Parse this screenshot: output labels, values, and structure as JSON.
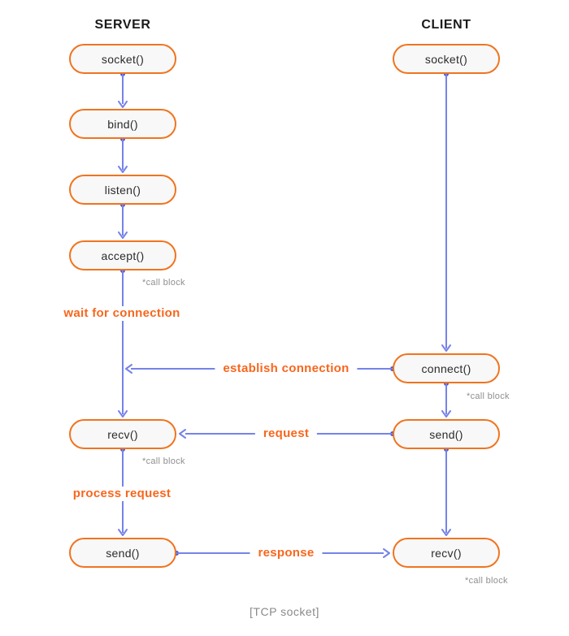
{
  "diagram": {
    "caption": "[TCP socket]",
    "server": {
      "header": "SERVER",
      "nodes": [
        {
          "label": "socket()"
        },
        {
          "label": "bind()"
        },
        {
          "label": "listen()"
        },
        {
          "label": "accept()"
        },
        {
          "label": "recv()"
        },
        {
          "label": "send()"
        }
      ]
    },
    "client": {
      "header": "CLIENT",
      "nodes": [
        {
          "label": "socket()"
        },
        {
          "label": "connect()"
        },
        {
          "label": "send()"
        },
        {
          "label": "recv()"
        }
      ]
    },
    "flow_labels": {
      "wait": "wait for connection",
      "establish": "establish connection",
      "request": "request",
      "process": "process request",
      "response": "response"
    },
    "call_block": "*call block",
    "colors": {
      "node_border_orange": "#F0741F",
      "label_orange": "#F8661D",
      "arrow_blue": "#7583E8",
      "dot_blue": "#4255D4",
      "muted_gray": "#8F8F8F",
      "node_fill": "#F8F8F8",
      "text_dark": "#2B2B2B"
    }
  }
}
